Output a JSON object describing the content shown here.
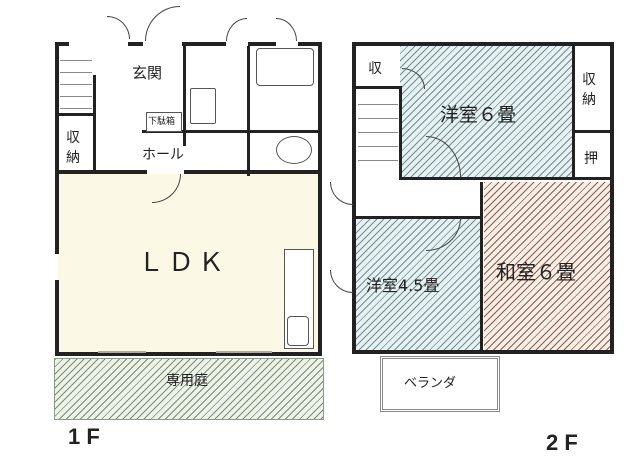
{
  "floor1": {
    "label": "1 F",
    "rooms": {
      "genkan": "玄関",
      "getabako": "下駄箱",
      "hall": "ホール",
      "storage": "収納",
      "storage_line1": "収",
      "storage_line2": "納",
      "ldk": "ＬＤＫ",
      "garden": "専用庭"
    }
  },
  "floor2": {
    "label": "2 F",
    "rooms": {
      "western6": "洋室６畳",
      "western45": "洋室4.5畳",
      "japanese6": "和室６畳",
      "storage_small": "収",
      "storage_line1": "収",
      "storage_line2": "納",
      "oshiire": "押",
      "balcony": "ベランダ"
    }
  },
  "colors": {
    "wall": "#222222",
    "ldk_fill": "#fbf9e6",
    "garden_hatch": "#7b8a74",
    "western_fill": "#e4f2f3",
    "japanese_fill": "#f7efe4",
    "japanese_hatch": "#8a5a55"
  }
}
